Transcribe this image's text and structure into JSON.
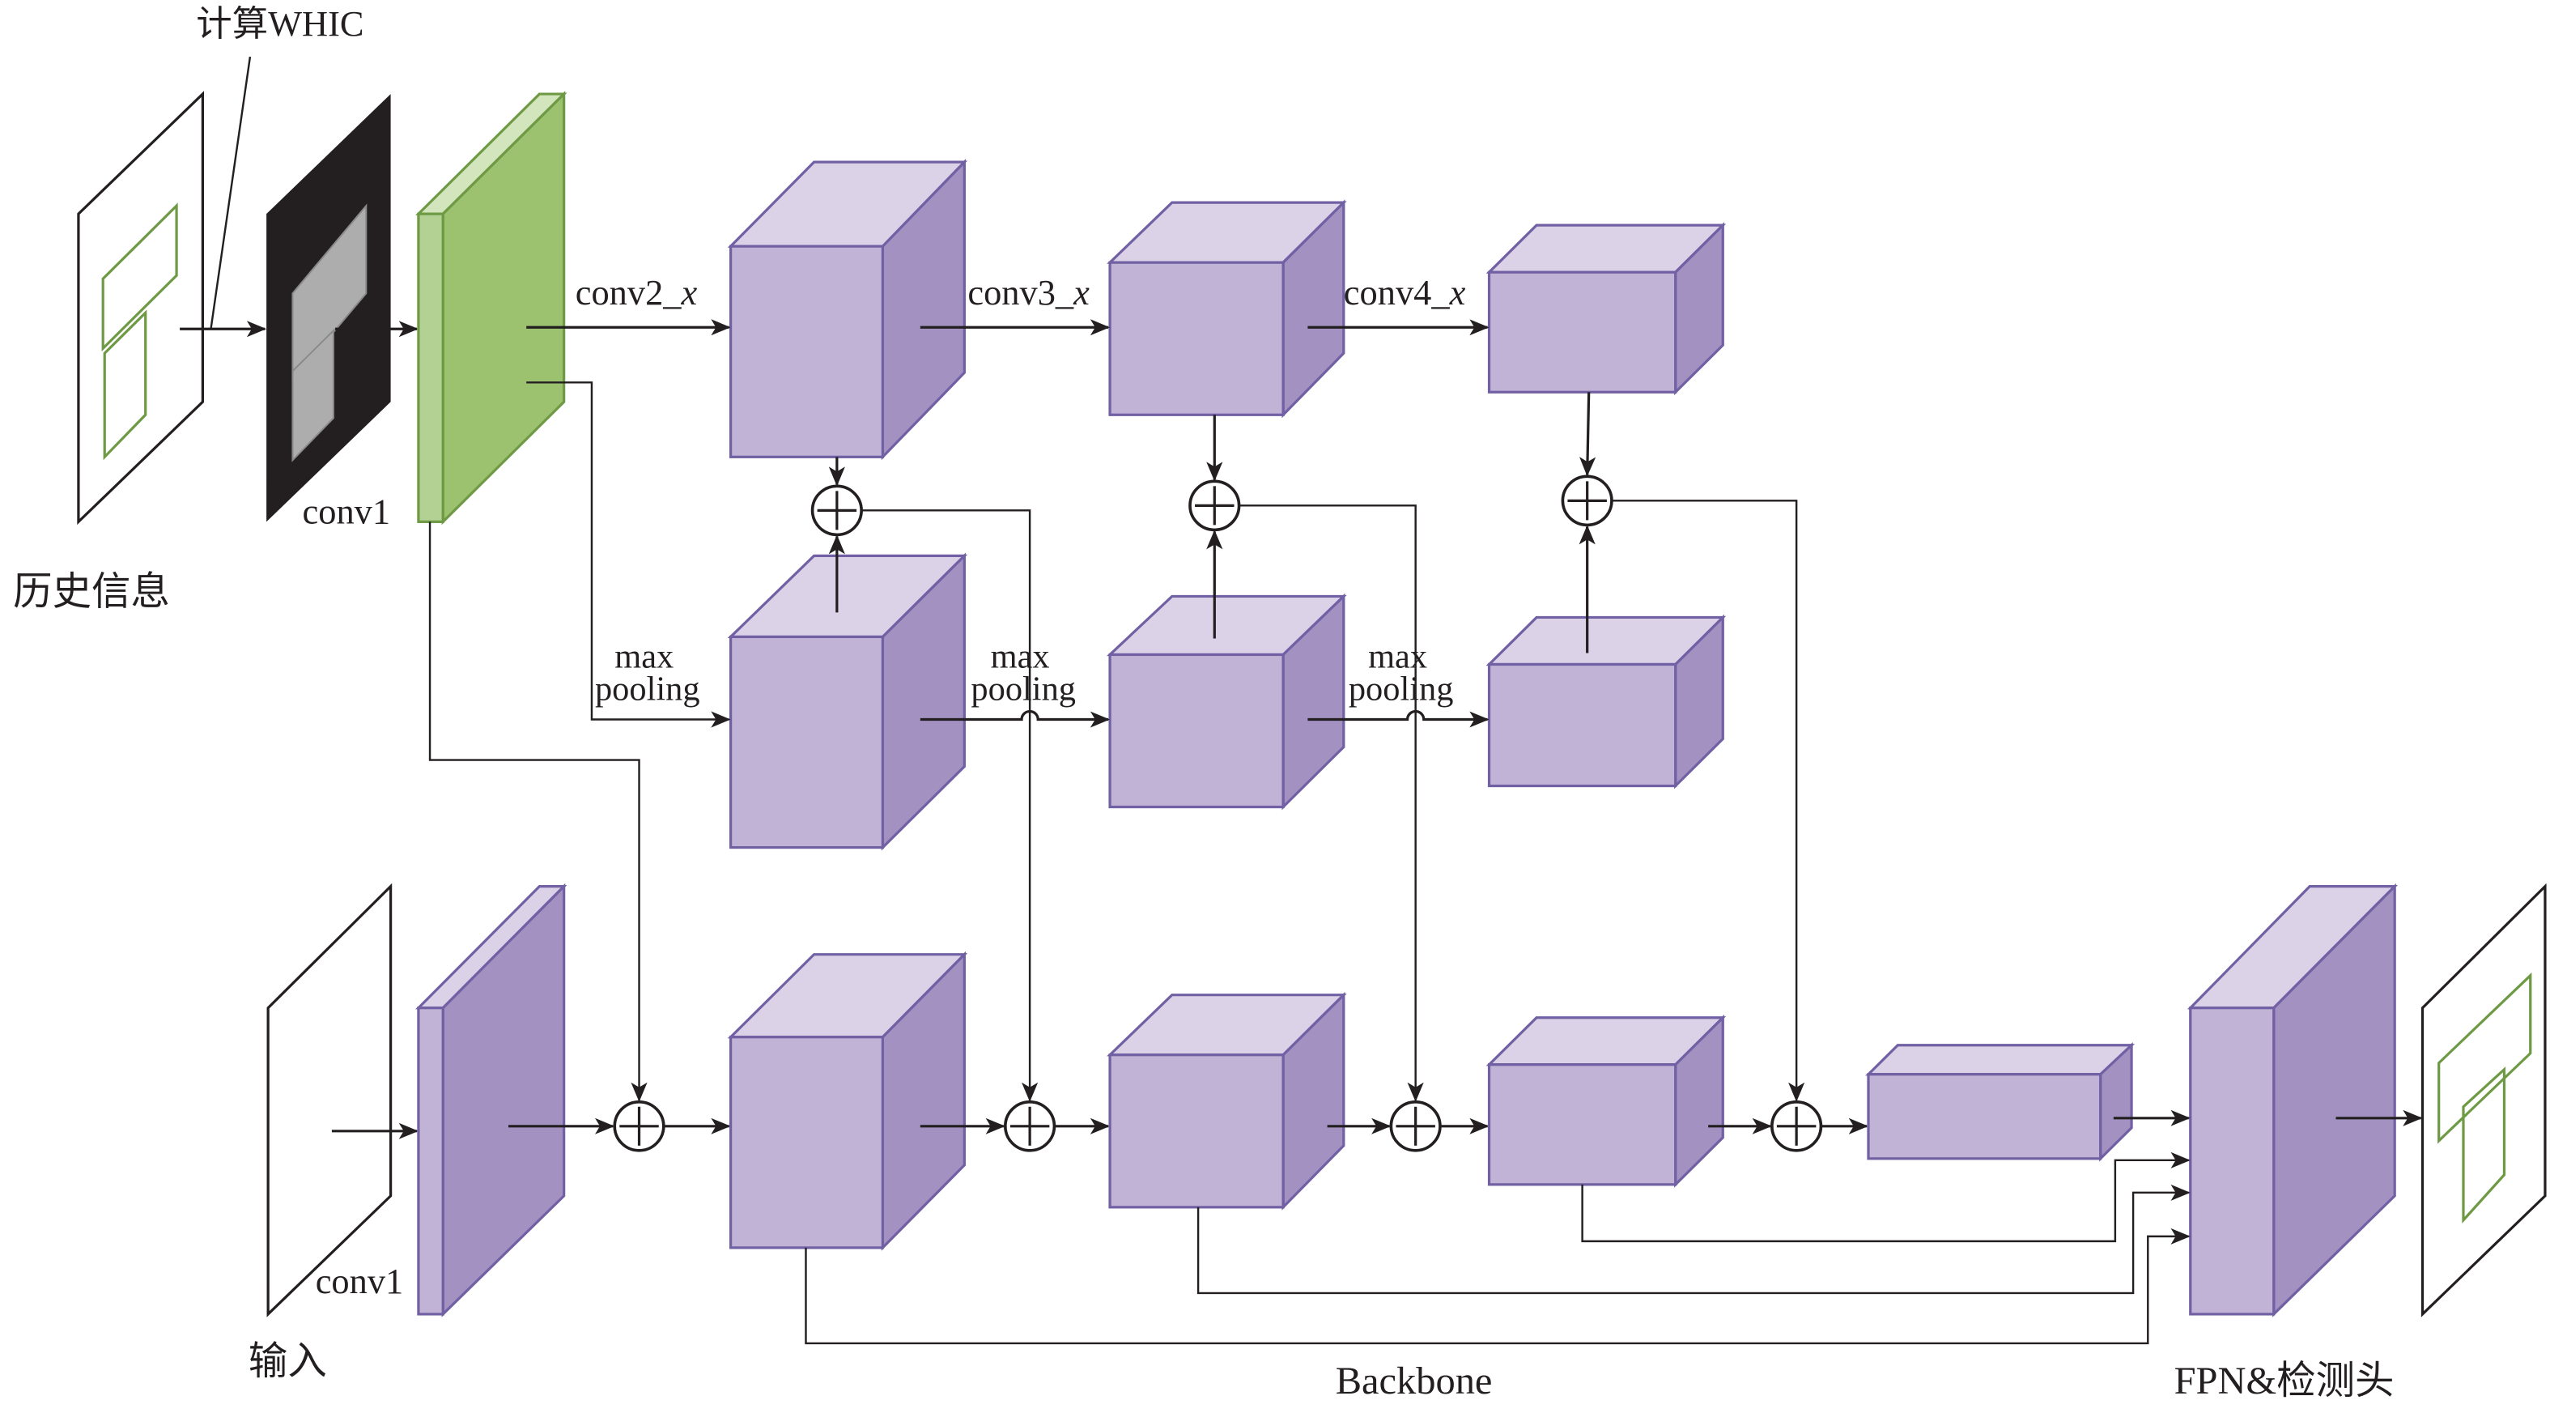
{
  "title_annotation": "计算WHIC",
  "labels": {
    "history": "历史信息",
    "input": "输入",
    "conv1_top": "conv1",
    "conv1_bottom": "conv1",
    "backbone": "Backbone",
    "fpn_head": "FPN&检测头",
    "conv2": "conv2_",
    "conv3": "conv3_",
    "conv4": "conv4_",
    "var_x": "x",
    "max": "max",
    "pooling": "pooling"
  },
  "colors": {
    "purple_front": "#c1b3d6",
    "purple_top": "#dbd2e7",
    "purple_side": "#a291c1",
    "purple_edge": "#7160a3",
    "green_front": "#b3d192",
    "green_top": "#d2e5bd",
    "green_side": "#9cc16f",
    "black_panel": "#231f20",
    "mask_gray": "#adadad"
  },
  "operators": {
    "sum_symbol": "⊕"
  }
}
